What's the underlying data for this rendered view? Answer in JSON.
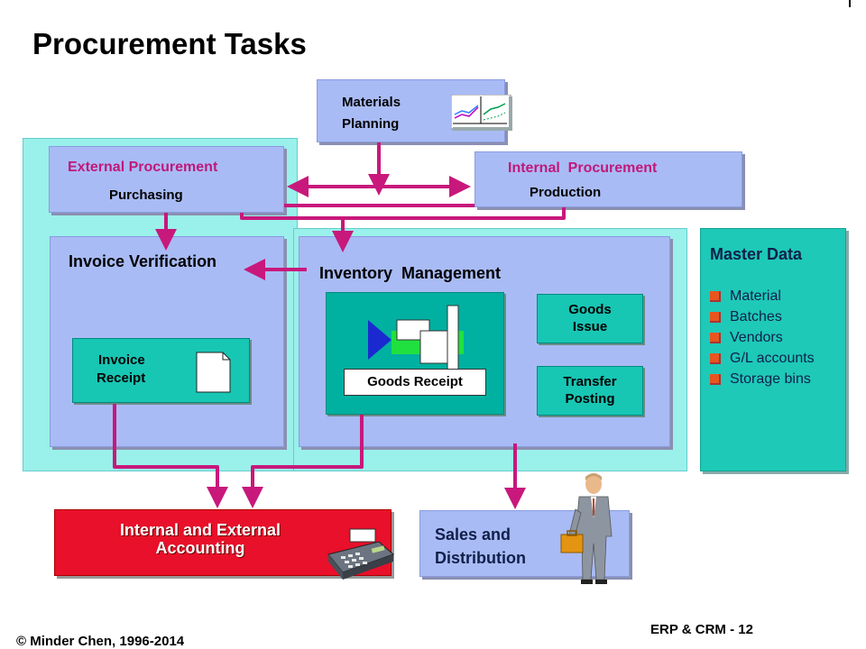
{
  "title": "Procurement Tasks",
  "materials_planning": {
    "line1": "Materials",
    "line2": "Planning"
  },
  "external_procurement": {
    "title": "External Procurement",
    "sub": "Purchasing"
  },
  "internal_procurement": {
    "title": "Internal  Procurement",
    "sub": "Production"
  },
  "invoice_verification": {
    "title": "Invoice Verification",
    "receipt_line1": "Invoice",
    "receipt_line2": "Receipt"
  },
  "inventory_management": {
    "title": "Inventory  Management",
    "goods_receipt": "Goods Receipt",
    "goods_issue_line1": "Goods",
    "goods_issue_line2": "Issue",
    "transfer_line1": "Transfer",
    "transfer_line2": "Posting"
  },
  "master_data": {
    "title": "Master Data",
    "items": [
      "Material",
      "Batches",
      "Vendors",
      "G/L accounts",
      "Storage bins"
    ]
  },
  "accounting": {
    "line1": "Internal and External",
    "line2": "Accounting"
  },
  "sales": {
    "line1": "Sales and",
    "line2": "Distribution"
  },
  "footer": {
    "left": "© Minder Chen, 1996-2014",
    "right": "ERP & CRM - 12"
  },
  "colors": {
    "arrow": "#c8187c",
    "box": "#a9bbf5",
    "cyan": "#9af0ea",
    "teal": "#00b0a0",
    "red": "#e8102a",
    "magenta_text": "#c0187a"
  },
  "icons": [
    "line-chart-icon",
    "document-icon",
    "calculator-icon",
    "businessman-icon",
    "goods-receipt-icon"
  ]
}
